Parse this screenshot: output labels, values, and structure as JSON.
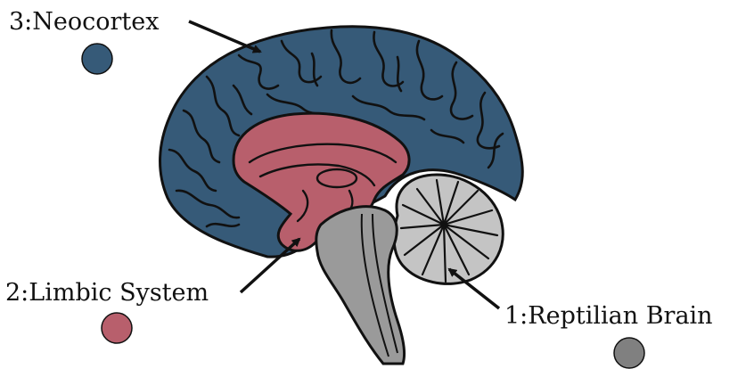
{
  "labels": {
    "neocortex": "3:Neocortex",
    "limbic": "2:Limbic System",
    "reptilian": "1:Reptilian Brain"
  },
  "legend": [
    {
      "key": "neocortex",
      "color": "#365a78"
    },
    {
      "key": "limbic",
      "color": "#b85f6c"
    },
    {
      "key": "reptilian",
      "color": "#808080"
    }
  ],
  "colors": {
    "neocortex": "#365a78",
    "limbic": "#b85f6c",
    "reptilian": "#9a9a9a",
    "cerebellum": "#c4c4c4",
    "outline": "#111111"
  }
}
